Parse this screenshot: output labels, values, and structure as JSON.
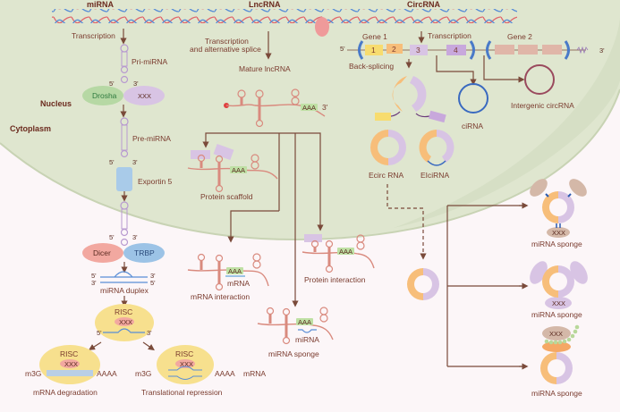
{
  "headers": {
    "mirna": "miRNA",
    "lncrna": "LncRNA",
    "circrna": "CircRNA"
  },
  "compartments": {
    "nucleus": "Nucleus",
    "cytoplasm": "Cytoplasm"
  },
  "mirna_pathway": {
    "transcription": "Transcription",
    "pri_mirna": "Pri-miRNA",
    "drosha": "Drosha",
    "drosha_partner": "XXX",
    "pre_mirna": "Pre-miRNA",
    "exportin": "Exportin 5",
    "dicer": "Dicer",
    "trbp": "TRBP",
    "duplex": "miRNA duplex",
    "risc": "RISC",
    "risc_partner": "XXX",
    "m3g": "m3G",
    "aaaa": "AAAA",
    "mrna": "mRNA",
    "degradation": "mRNA degradation",
    "repression": "Translational repression",
    "five_prime": "5'",
    "three_prime": "3'"
  },
  "lncrna_pathway": {
    "transcription": "Transcription",
    "splice": "and alternative splice",
    "mature": "Mature lncRNA",
    "polya": "AAA",
    "three_prime": "3'",
    "scaffold": "Protein scaffold",
    "mrna_interaction": "mRNA interaction",
    "mrna": "mRNA",
    "protein_interaction": "Protein interaction",
    "mirna_sponge": "miRNA sponge",
    "mirna": "miRNA"
  },
  "circrna_pathway": {
    "gene1": "Gene 1",
    "gene2": "Gene 2",
    "transcription": "Transcription",
    "back_splicing": "Back-splicing",
    "five_prime": "5'",
    "three_prime": "3'",
    "exons": [
      "1",
      "2",
      "3",
      "4"
    ],
    "cirna": "ciRNA",
    "intergenic": "Intergenic circRNA",
    "ecirc": "Ecirc RNA",
    "elcirna": "EIciRNA",
    "partner": "XXX",
    "outcomes": [
      "miRNA sponge",
      "miRNA sponge",
      "miRNA sponge"
    ]
  },
  "colors": {
    "nucleus": "#dfe6cf",
    "cytoplasm": "#fcf6f8",
    "arrow": "#7a4a3a",
    "rna": "#d98a7e",
    "exon_orange": "#f7be7a",
    "exon_purple": "#d8c4e4",
    "exon_yellow": "#f7dc6f",
    "drosha": "#b6d8a4",
    "dicer": "#f2a8a0",
    "trbp": "#9cc3e6",
    "risc": "#f7e08e",
    "exportin": "#a9cbe9",
    "partner_brown": "#d4b8a8"
  }
}
